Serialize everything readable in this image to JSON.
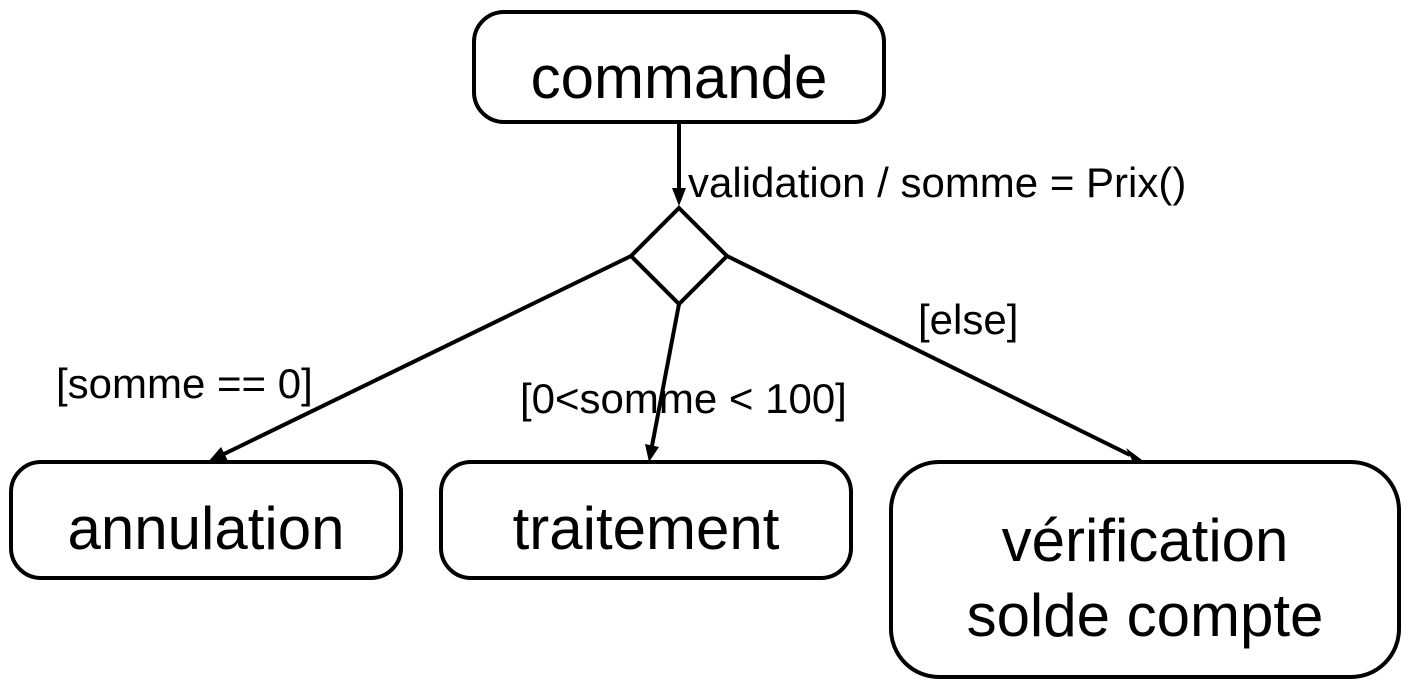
{
  "states": {
    "commande": "commande",
    "annulation": "annulation",
    "traitement": "traitement",
    "verification_line1": "vérification",
    "verification_line2": "solde compte"
  },
  "transitions": {
    "validation": "validation / somme = Prix()",
    "guard_zero": "[somme == 0]",
    "guard_range": "[0<somme < 100]",
    "guard_else": "[else]"
  }
}
